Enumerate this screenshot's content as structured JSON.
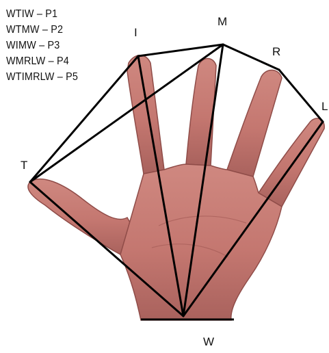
{
  "legend": [
    "WTIW – P1",
    "WTMW – P2",
    "WIMW – P3",
    "WMRLW – P4",
    "WTIMRLW – P5"
  ],
  "points": {
    "T": "T",
    "I": "I",
    "M": "M",
    "R": "R",
    "L": "L",
    "W": "W"
  },
  "colors": {
    "skin": "#c97d74",
    "skin_shadow": "#9a5550",
    "lines": "#000000",
    "text": "#111111"
  }
}
